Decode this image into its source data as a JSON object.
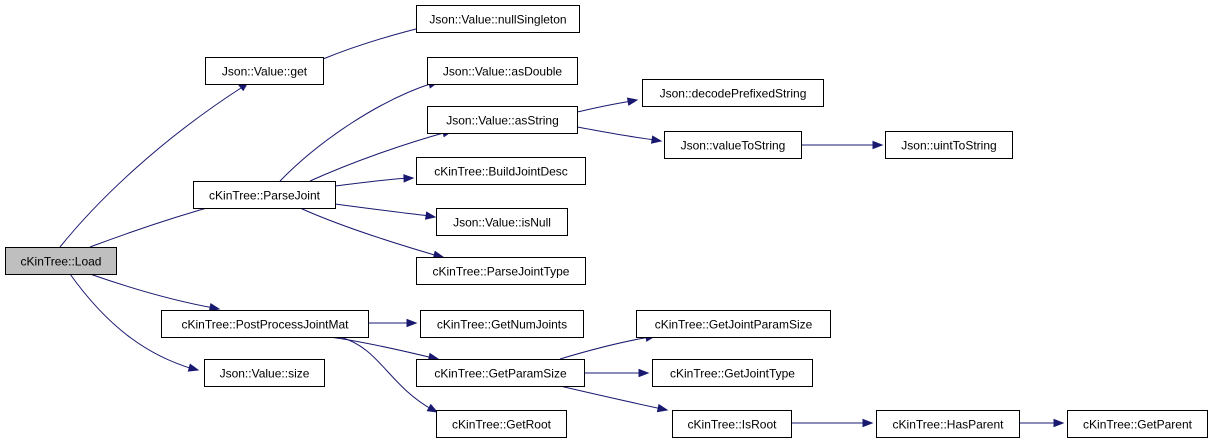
{
  "graph": {
    "colors": {
      "edge": "#191970",
      "node_border": "#000000",
      "root_fill": "#bfbfbf",
      "node_fill": "#ffffff"
    },
    "nodes": [
      {
        "id": "load",
        "label": "cKinTree::Load",
        "root": true
      },
      {
        "id": "get",
        "label": "Json::Value::get"
      },
      {
        "id": "nullSingleton",
        "label": "Json::Value::nullSingleton"
      },
      {
        "id": "asDouble",
        "label": "Json::Value::asDouble"
      },
      {
        "id": "asString",
        "label": "Json::Value::asString"
      },
      {
        "id": "decodePrefixedString",
        "label": "Json::decodePrefixedString"
      },
      {
        "id": "valueToString",
        "label": "Json::valueToString"
      },
      {
        "id": "uintToString",
        "label": "Json::uintToString"
      },
      {
        "id": "parseJoint",
        "label": "cKinTree::ParseJoint"
      },
      {
        "id": "buildJointDesc",
        "label": "cKinTree::BuildJointDesc"
      },
      {
        "id": "isNull",
        "label": "Json::Value::isNull"
      },
      {
        "id": "parseJointType",
        "label": "cKinTree::ParseJointType"
      },
      {
        "id": "postProcessJointMat",
        "label": "cKinTree::PostProcessJointMat"
      },
      {
        "id": "getNumJoints",
        "label": "cKinTree::GetNumJoints"
      },
      {
        "id": "getJointParamSize",
        "label": "cKinTree::GetJointParamSize"
      },
      {
        "id": "size",
        "label": "Json::Value::size"
      },
      {
        "id": "getParamSize",
        "label": "cKinTree::GetParamSize"
      },
      {
        "id": "getJointType",
        "label": "cKinTree::GetJointType"
      },
      {
        "id": "getRoot",
        "label": "cKinTree::GetRoot"
      },
      {
        "id": "isRoot",
        "label": "cKinTree::IsRoot"
      },
      {
        "id": "hasParent",
        "label": "cKinTree::HasParent"
      },
      {
        "id": "getParent",
        "label": "cKinTree::GetParent"
      }
    ],
    "edges": [
      {
        "from": "load",
        "to": "get"
      },
      {
        "from": "load",
        "to": "parseJoint"
      },
      {
        "from": "load",
        "to": "postProcessJointMat"
      },
      {
        "from": "load",
        "to": "size"
      },
      {
        "from": "get",
        "to": "nullSingleton"
      },
      {
        "from": "parseJoint",
        "to": "asDouble"
      },
      {
        "from": "parseJoint",
        "to": "asString"
      },
      {
        "from": "parseJoint",
        "to": "buildJointDesc"
      },
      {
        "from": "parseJoint",
        "to": "isNull"
      },
      {
        "from": "parseJoint",
        "to": "parseJointType"
      },
      {
        "from": "asString",
        "to": "decodePrefixedString"
      },
      {
        "from": "asString",
        "to": "valueToString"
      },
      {
        "from": "valueToString",
        "to": "uintToString"
      },
      {
        "from": "postProcessJointMat",
        "to": "getNumJoints"
      },
      {
        "from": "postProcessJointMat",
        "to": "getParamSize"
      },
      {
        "from": "postProcessJointMat",
        "to": "getRoot"
      },
      {
        "from": "getParamSize",
        "to": "getJointParamSize"
      },
      {
        "from": "getParamSize",
        "to": "getJointType"
      },
      {
        "from": "getParamSize",
        "to": "isRoot"
      },
      {
        "from": "isRoot",
        "to": "hasParent"
      },
      {
        "from": "hasParent",
        "to": "getParent"
      }
    ]
  }
}
